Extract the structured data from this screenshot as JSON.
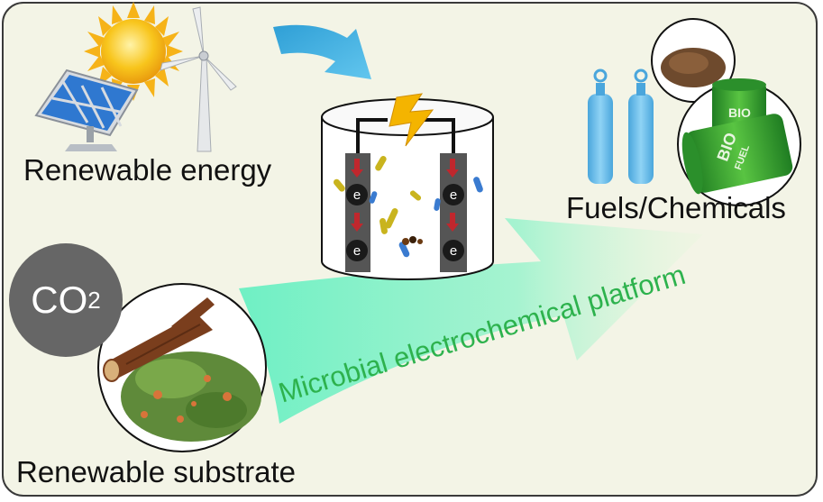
{
  "labels": {
    "renewable_energy": "Renewable energy",
    "fuels_chemicals": "Fuels/Chemicals",
    "renewable_substrate": "Renewable substrate",
    "platform": "Microbial electrochemical platform",
    "co2_main": "CO",
    "co2_sub": "2",
    "electron": "e",
    "bio_text_top": "BIO",
    "bio_text_bottom": "BIO",
    "fuel_text": "FUEL"
  },
  "colors": {
    "panel_bg": "#f3f4e6",
    "platform_text": "#2db24d",
    "big_arrow": "#7ff0c2",
    "blue_arrow": "#3aa4d8",
    "electrode": "#5a5a5a",
    "electron_arrow": "#c0272d",
    "lightning": "#f4b400",
    "gas_cylinder": "#5ab4e8",
    "barrel": "#3aa63a",
    "co2_circle": "#666666"
  },
  "icons": [
    "sun-icon",
    "solar-panel-icon",
    "wind-turbine-icon",
    "reactor-icon",
    "lightning-icon",
    "gas-cylinder-icon",
    "soil-icon",
    "biofuel-barrel-icon",
    "wood-log-icon",
    "biomass-icon",
    "bacteria-icon"
  ]
}
